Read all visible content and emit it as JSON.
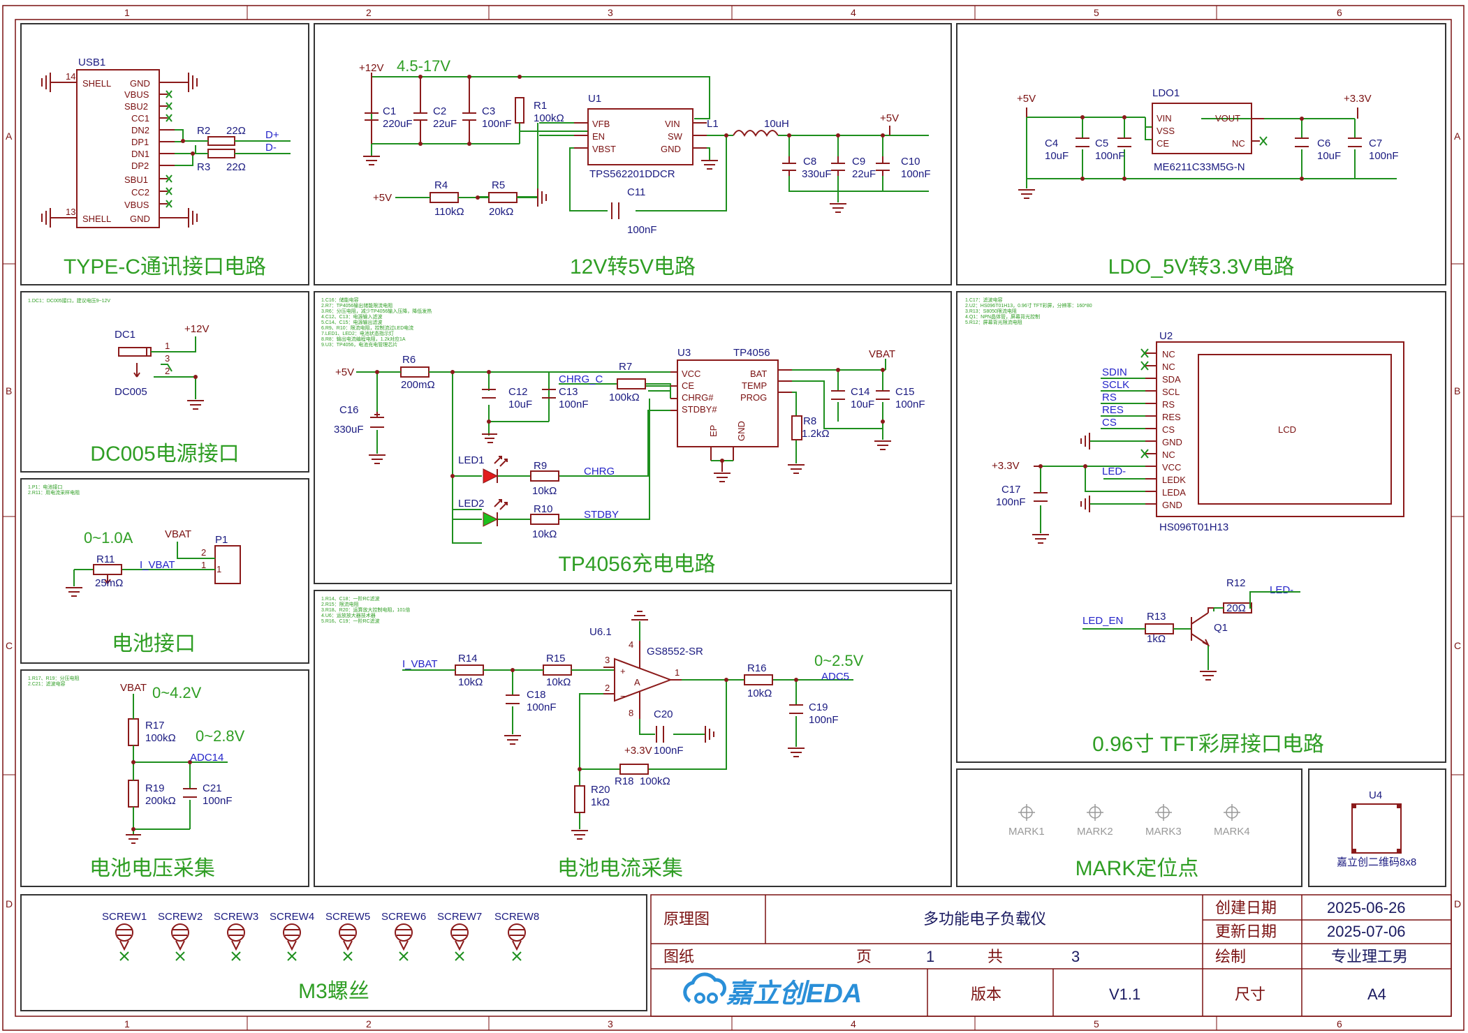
{
  "frame": {
    "cols": [
      "1",
      "2",
      "3",
      "4",
      "5",
      "6"
    ],
    "rows": [
      "A",
      "B",
      "C",
      "D"
    ]
  },
  "sections": {
    "typec": "TYPE-C通讯接口电路",
    "buck": "12V转5V电路",
    "ldo": "LDO_5V转3.3V电路",
    "dc": "DC005电源接口",
    "charger": "TP4056充电电路",
    "tft": "0.96寸 TFT彩屏接口电路",
    "battery": "电池接口",
    "vsense": "电池电压采集",
    "isense": "电池电流采集",
    "mark": "MARK定位点",
    "screws": "M3螺丝"
  },
  "notes": {
    "dc": "1.DC1：DC005接口，建议电压9~12V",
    "battery1": "1.P1：电池接口",
    "battery2": "2.R11：用电流采样电阻",
    "vsense1": "1.R17、R19：分压电阻",
    "vsense2": "2.C21：滤波电容",
    "isense": [
      "1.R14、C18：一阶RC滤波",
      "2.R15：限流电阻",
      "3.R18、R20：运算放大控制电阻，101倍",
      "4.U6：运放放大器技术器",
      "5.R16、C19：一阶RC滤波"
    ],
    "charger": [
      "1.C16：储能电容",
      "2.R7：TP4056输出储能限流电阻",
      "3.R6：分压电阻，减少TP4056输入压降，降低发热",
      "4.C12、C13：电源输入滤波",
      "5.C14、C15：电源输出滤波",
      "6.R9、R10：限流电阻，控制流过LED电流",
      "7.LED1、LED2：电池状态指示灯",
      "8.R8：输出电流编程电阻，1.2k对应1A",
      "9.U3：TP4056，电池充电管理芯片"
    ],
    "tft": [
      "1.C17：滤波电容",
      "2.U2：HS096T01H13，0.96寸 TFT彩屏，分辨率：160*80",
      "3.R13：S8050限流电阻",
      "4.Q1：NPN晶体管，屏幕背光控制",
      "5.R12：屏幕背光限流电阻"
    ]
  },
  "labels": {
    "usb1": "USB1",
    "shell": "SHELL",
    "gnd": "GND",
    "vbus": "VBUS",
    "sbu2": "SBU2",
    "cc1": "CC1",
    "dn2": "DN2",
    "dp1": "DP1",
    "dn1": "DN1",
    "dp2": "DP2",
    "sbu1": "SBU1",
    "cc2": "CC2",
    "r2": "R2",
    "r3": "R3",
    "ohm22": "22Ω",
    "dplus": "D+",
    "dminus": "D-",
    "p12v": "+12V",
    "range1": "4.5-17V",
    "c1": "C1",
    "c1v": "220uF",
    "c2": "C2",
    "c2v": "22uF",
    "c3": "C3",
    "c3v": "100nF",
    "r1": "R1",
    "r1v": "100kΩ",
    "u1": "U1",
    "vfb": "VFB",
    "en": "EN",
    "vbst": "VBST",
    "vin": "VIN",
    "sw": "SW",
    "tps": "TPS562201DDCR",
    "l1": "L1",
    "l1v": "10uH",
    "p5v": "+5V",
    "c8": "C8",
    "c8v": "330uF",
    "c9": "C9",
    "c9v": "22uF",
    "c10": "C10",
    "c10v": "100nF",
    "r4": "R4",
    "r4v": "110kΩ",
    "r5": "R5",
    "r5v": "20kΩ",
    "c11": "C11",
    "c11v": "100nF",
    "ldo1": "LDO1",
    "vss": "VSS",
    "ce": "CE",
    "vout": "VOUT",
    "nc": "NC",
    "me": "ME6211C33M5G-N",
    "p33v": "+3.3V",
    "c4": "C4",
    "c4v": "10uF",
    "c5": "C5",
    "c5v": "100nF",
    "c6": "C6",
    "c6v": "10uF",
    "c7": "C7",
    "c7v": "100nF",
    "dc1": "DC1",
    "dc005": "DC005",
    "r6": "R6",
    "r6v": "200mΩ",
    "c16": "C16",
    "c16v": "330uF",
    "c12": "C12",
    "c12v": "10uF",
    "c13": "C13",
    "c13v": "100nF",
    "chrg_c": "CHRG_C",
    "r7": "R7",
    "r7v": "100kΩ",
    "u3": "U3",
    "tp4056": "TP4056",
    "vcc": "VCC",
    "chrgn": "CHRG#",
    "stdbyn": "STDBY#",
    "bat": "BAT",
    "temp": "TEMP",
    "prog": "PROG",
    "ep": "EP",
    "vbat": "VBAT",
    "c14": "C14",
    "c14v": "10uF",
    "c15": "C15",
    "c15v": "100nF",
    "r8": "R8",
    "r8v": "1.2kΩ",
    "led1": "LED1",
    "led2": "LED2",
    "r9": "R9",
    "r10": "R10",
    "k10": "10kΩ",
    "chrg": "CHRG",
    "stdby": "STDBY",
    "u2": "U2",
    "sda": "SDA",
    "scl": "SCL",
    "rs": "RS",
    "res": "RES",
    "cs": "CS",
    "ledk": "LEDK",
    "leda": "LEDA",
    "lcd": "LCD",
    "hs": "HS096T01H13",
    "sdin": "SDIN",
    "sclk": "SCLK",
    "ledm": "LED-",
    "c17": "C17",
    "c17v": "100nF",
    "r12": "R12",
    "r12v": "20Ω",
    "r13": "R13",
    "r13v": "1kΩ",
    "q1": "Q1",
    "led_en": "LED_EN",
    "irange": "0~1.0A",
    "p1": "P1",
    "r11": "R11",
    "r11v": "25mΩ",
    "i_vbat": "I_VBAT",
    "vrange1": "0~4.2V",
    "vrange2": "0~2.8V",
    "r17": "R17",
    "r17v": "100kΩ",
    "r19": "R19",
    "r19v": "200kΩ",
    "adc14": "ADC14",
    "c21": "C21",
    "c21v": "100nF",
    "u61": "U6.1",
    "gs": "GS8552-SR",
    "a": "A",
    "r14": "R14",
    "r14v": "10kΩ",
    "r15": "R15",
    "r15v": "10kΩ",
    "c18": "C18",
    "c18v": "100nF",
    "c20": "C20",
    "c20v": "100nF",
    "r16": "R16",
    "r16v": "10kΩ",
    "c19": "C19",
    "c19v": "100nF",
    "orange": "0~2.5V",
    "adc5": "ADC5",
    "r18": "R18",
    "r18v": "100kΩ",
    "r20": "R20",
    "r20v": "1kΩ",
    "u4": "U4",
    "qr": "嘉立创二维码8x8",
    "marks": [
      "MARK1",
      "MARK2",
      "MARK3",
      "MARK4"
    ],
    "screws": [
      "SCREW1",
      "SCREW2",
      "SCREW3",
      "SCREW4",
      "SCREW5",
      "SCREW6",
      "SCREW7",
      "SCREW8"
    ]
  },
  "titleblock": {
    "type": "原理图",
    "project": "多功能电子负载仪",
    "created_label": "创建日期",
    "created": "2025-06-26",
    "updated_label": "更新日期",
    "updated": "2025-07-06",
    "sheet_label": "图纸",
    "page_label": "页",
    "page": "1",
    "total_label": "共",
    "total": "3",
    "drawn_label": "绘制",
    "drawn": "专业理工男",
    "logo": "嘉立创EDA",
    "version_label": "版本",
    "version": "V1.1",
    "size_label": "尺寸",
    "size": "A4"
  },
  "colors": {
    "frame": "#7a1010",
    "wire": "#1e8f1e",
    "component": "#8b1a1a",
    "title": "#2f9e24",
    "netlabel": "#2323c8",
    "logo": "#2a8fd8"
  }
}
